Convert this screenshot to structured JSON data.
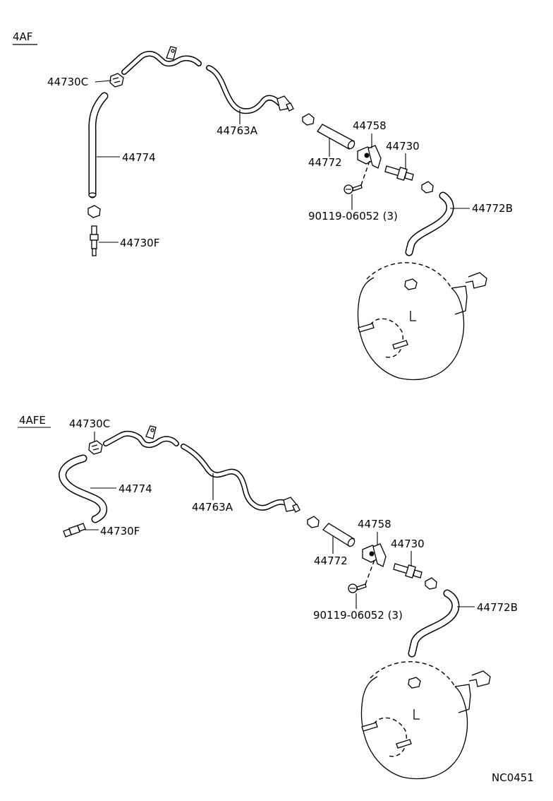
{
  "diagram_code": "NC0451",
  "sections": [
    {
      "id": "4af",
      "title": "4AF",
      "labels": {
        "p44730C": "44730C",
        "p44774": "44774",
        "p44730F": "44730F",
        "p44763A": "44763A",
        "p44772": "44772",
        "p44758": "44758",
        "p44730": "44730",
        "p90119": "90119-06052 (3)",
        "p44772B": "44772B"
      }
    },
    {
      "id": "4afe",
      "title": "4AFE",
      "labels": {
        "p44730C": "44730C",
        "p44774": "44774",
        "p44730F": "44730F",
        "p44763A": "44763A",
        "p44772": "44772",
        "p44758": "44758",
        "p44730": "44730",
        "p90119": "90119-06052 (3)",
        "p44772B": "44772B"
      }
    }
  ]
}
